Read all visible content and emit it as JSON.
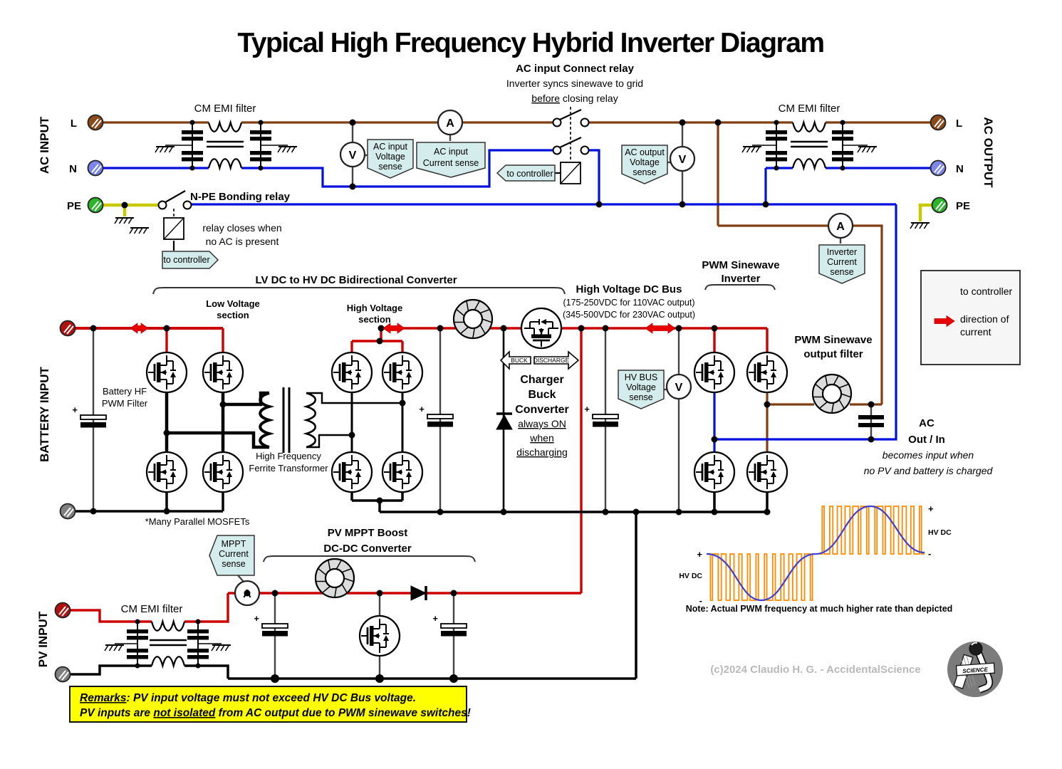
{
  "title": "Typical High Frequency Hybrid Inverter Diagram",
  "subtitle": {
    "line1": "AC input Connect relay",
    "line2": "Inverter syncs sinewave to grid",
    "line3_underlined": "before",
    "line3_rest": " closing relay"
  },
  "side_labels": {
    "ac_input": "AC INPUT",
    "battery_input": "BATTERY INPUT",
    "pv_input": "PV INPUT",
    "ac_output": "AC OUTPUT"
  },
  "terminals": {
    "l": "L",
    "n": "N",
    "pe": "PE"
  },
  "labels": {
    "cm_emi_filter": "CM EMI filter",
    "n_pe_bonding_relay": "N-PE Bonding relay",
    "bonding_note1": "relay closes when",
    "bonding_note2": "no AC is present",
    "to_controller": "to controller"
  },
  "meters": {
    "voltmeter": "V",
    "ammeter": "A"
  },
  "sensors": {
    "ac_input_voltage": [
      "AC input",
      "Voltage",
      "sense"
    ],
    "ac_input_current": [
      "AC input",
      "Current sense"
    ],
    "ac_output_voltage": [
      "AC output",
      "Voltage",
      "sense"
    ],
    "inverter_current": [
      "Inverter",
      "Current",
      "sense"
    ],
    "hv_bus_voltage": [
      "HV BUS",
      "Voltage",
      "sense"
    ],
    "mppt_current": [
      "MPPT",
      "Current",
      "sense"
    ]
  },
  "converter_block": {
    "title": "LV DC to HV DC Bidirectional Converter",
    "low_voltage": [
      "Low Voltage",
      "section"
    ],
    "high_voltage": [
      "High Voltage",
      "section"
    ],
    "battery_filter": [
      "Battery HF",
      "PWM Filter"
    ],
    "transformer": [
      "High Frequency",
      "Ferrite Transformer"
    ],
    "mosfets_note": "*Many Parallel MOSFETs"
  },
  "hv_bus_block": {
    "title": "High Voltage DC Bus",
    "spec1": "(175-250VDC for 110VAC output)",
    "spec2": "(345-500VDC for 230VAC output)"
  },
  "charger_block": {
    "name": [
      "Charger",
      "Buck",
      "Converter"
    ],
    "on_note": [
      "always ON",
      "when",
      "discharging"
    ],
    "buck_arrow": "BUCK",
    "discharge_arrow": "DISCHARGE"
  },
  "inverter_block": {
    "title": [
      "PWM Sinewave",
      "Inverter"
    ],
    "output_filter": [
      "PWM Sinewave",
      "output filter"
    ]
  },
  "ac_out_block": {
    "line1": "AC",
    "line2": "Out / In",
    "line3": "becomes input when",
    "line4": "no PV and battery is charged"
  },
  "pv_block": {
    "title": [
      "PV MPPT Boost",
      "DC-DC Converter"
    ]
  },
  "waveform": {
    "plus": "+",
    "minus": "-",
    "hv_dc": "HV DC",
    "note": "Note: Actual PWM frequency at much higher rate than depicted",
    "pulses_per_half": 13,
    "halves": [
      "negative PWM half with sine trough",
      "positive PWM half with sine peak"
    ]
  },
  "legend": {
    "to_controller": "to controller",
    "direction1": "direction of",
    "direction2": "current"
  },
  "remarks": {
    "label": "Remarks",
    "line1_rest": ": PV input voltage must not exceed HV DC Bus voltage.",
    "line2_a": "PV inputs are ",
    "line2_u": "not isolated",
    "line2_b": " from AC output due to PWM sinewave switches!"
  },
  "credit": "(c)2024 Claudio H. G. - AccidentalScience",
  "logo_text": "SCIENCE",
  "colors": {
    "wire_live": "#7f3f10",
    "wire_neutral": "#0011dd",
    "wire_pe": "#c9c900",
    "wire_dc": "#cc0000",
    "tag_fill": "#d5ecec",
    "remarks_bg": "#ffff00",
    "pwm_orange": "#ff8a00",
    "sine_blue": "#4040cc",
    "terminal_live": "#8a4a1a",
    "terminal_neutral": "#7b86e8",
    "terminal_pe": "#2ab52a",
    "terminal_pos": "#b01111",
    "terminal_neg": "#808080"
  }
}
